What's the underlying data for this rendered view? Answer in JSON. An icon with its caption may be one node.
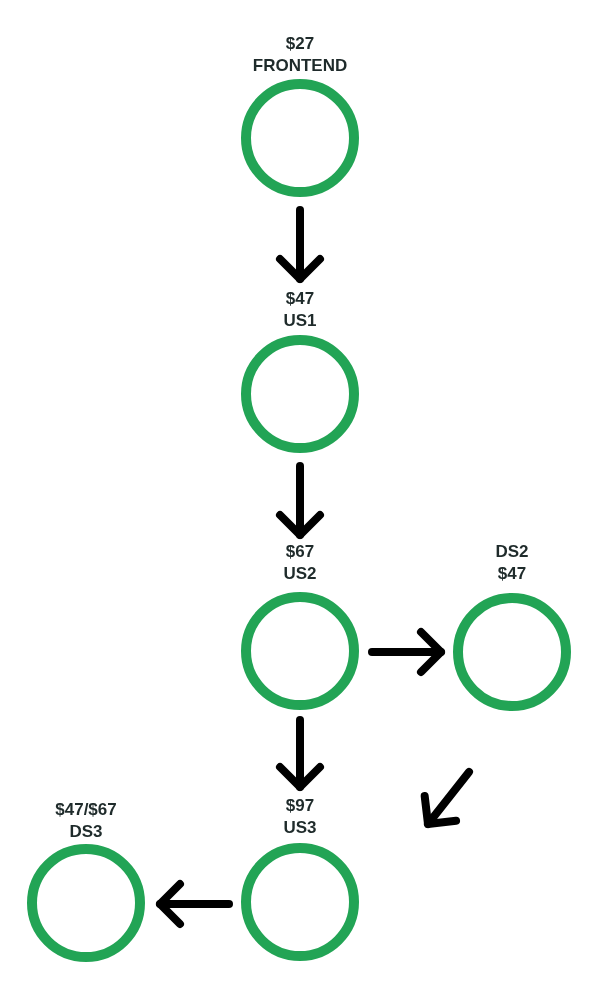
{
  "diagram": {
    "nodes": [
      {
        "text": [
          "$27",
          "FRONTEND"
        ]
      },
      {
        "text": [
          "$47",
          "US1"
        ]
      },
      {
        "text": [
          "$67",
          "US2"
        ]
      },
      {
        "text": [
          "DS2",
          "$47"
        ]
      },
      {
        "text": [
          "$97",
          "US3"
        ]
      },
      {
        "text": [
          "$47/$67",
          "DS3"
        ]
      }
    ],
    "edges": [
      {
        "from": 0,
        "to": 1,
        "arrow": "to"
      },
      {
        "from": 1,
        "to": 2,
        "arrow": "to"
      },
      {
        "from": 2,
        "to": 3,
        "arrow": "to"
      },
      {
        "from": 2,
        "to": 4,
        "arrow": "to"
      },
      {
        "from": 4,
        "to": 5,
        "arrow": "to"
      }
    ]
  }
}
